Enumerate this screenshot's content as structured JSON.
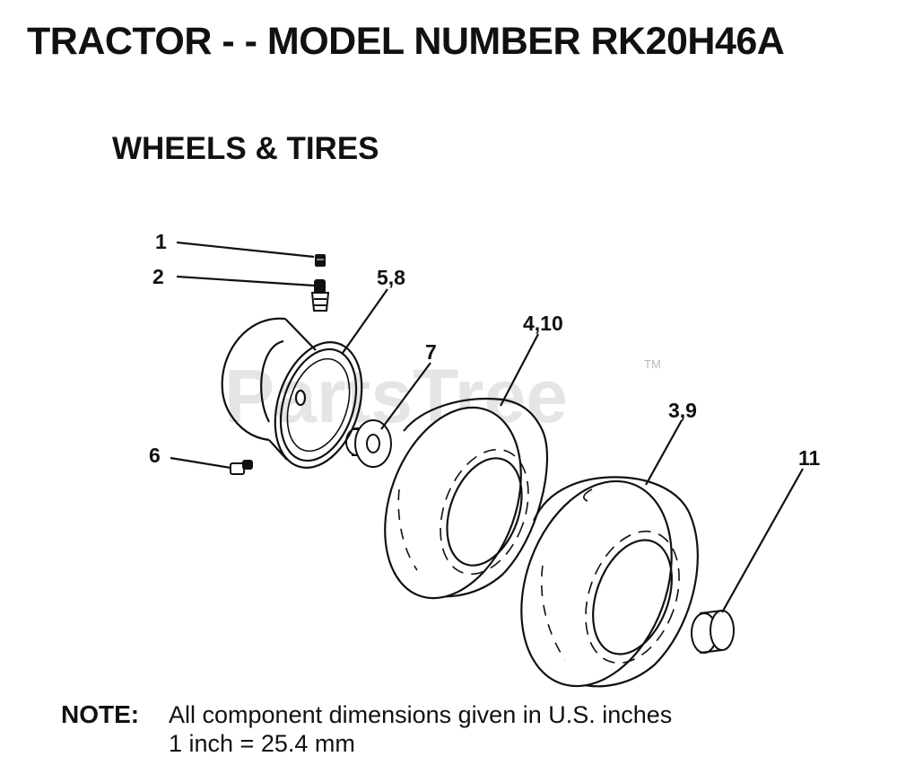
{
  "header": {
    "title": "TRACTOR - - MODEL NUMBER RK20H46A",
    "section": "WHEELS & TIRES"
  },
  "watermark": {
    "text": "PartsTree",
    "mark": "TM"
  },
  "callouts": {
    "part_1": "1",
    "part_2": "2",
    "part_5_8": "5,8",
    "part_7": "7",
    "part_4_10": "4,10",
    "part_3_9": "3,9",
    "part_6": "6",
    "part_11": "11"
  },
  "note": {
    "label": "NOTE:",
    "line1": "All component dimensions given in U.S. inches",
    "line2": "1 inch = 25.4 mm"
  },
  "colors": {
    "ink": "#111111",
    "watermark": "#d0d0d0"
  }
}
